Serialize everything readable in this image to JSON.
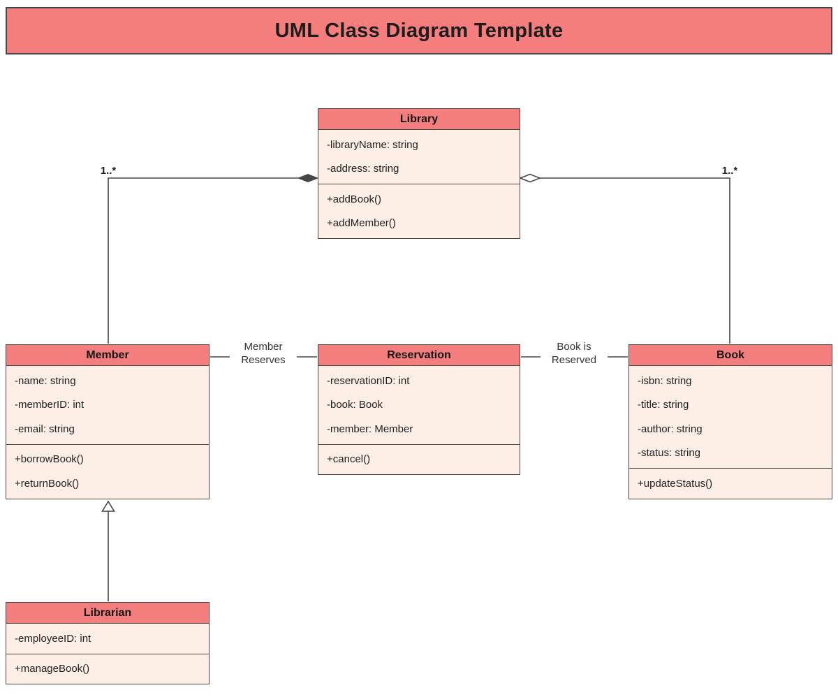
{
  "page": {
    "title": "UML Class Diagram Template"
  },
  "colors": {
    "header_fill": "#f47d7d",
    "body_fill": "#fdeee6",
    "border_color": "#464646",
    "line_color": "#464646",
    "text_color": "#1f1f1f"
  },
  "classes": [
    {
      "name": "Library",
      "attributes": [
        "-libraryName: string",
        "-address: string"
      ],
      "methods": [
        "+addBook()",
        "+addMember()"
      ]
    },
    {
      "name": "Member",
      "attributes": [
        "-name: string",
        "-memberID: int",
        "-email: string"
      ],
      "methods": [
        "+borrowBook()",
        "+returnBook()"
      ]
    },
    {
      "name": "Reservation",
      "attributes": [
        "-reservationID: int",
        "-book: Book",
        "-member: Member"
      ],
      "methods": [
        "+cancel()"
      ]
    },
    {
      "name": "Book",
      "attributes": [
        "-isbn: string",
        "-title: string",
        "-author: string",
        "-status: string"
      ],
      "methods": [
        "+updateStatus()"
      ]
    },
    {
      "name": "Librarian",
      "attributes": [
        "-employeeID: int"
      ],
      "methods": [
        "+manageBook()"
      ]
    }
  ],
  "relationships": [
    {
      "type": "composition",
      "from": "Library",
      "to": "Member",
      "multiplicity": "1..*"
    },
    {
      "type": "aggregation",
      "from": "Library",
      "to": "Book",
      "multiplicity": "1..*"
    },
    {
      "type": "association",
      "from": "Member",
      "to": "Reservation",
      "label": "Member Reserves",
      "label_lines": [
        "Member",
        "Reserves"
      ]
    },
    {
      "type": "association",
      "from": "Reservation",
      "to": "Book",
      "label": "Book is Reserved",
      "label_lines": [
        "Book is",
        "Reserved"
      ]
    },
    {
      "type": "inheritance",
      "from": "Librarian",
      "to": "Member"
    }
  ]
}
